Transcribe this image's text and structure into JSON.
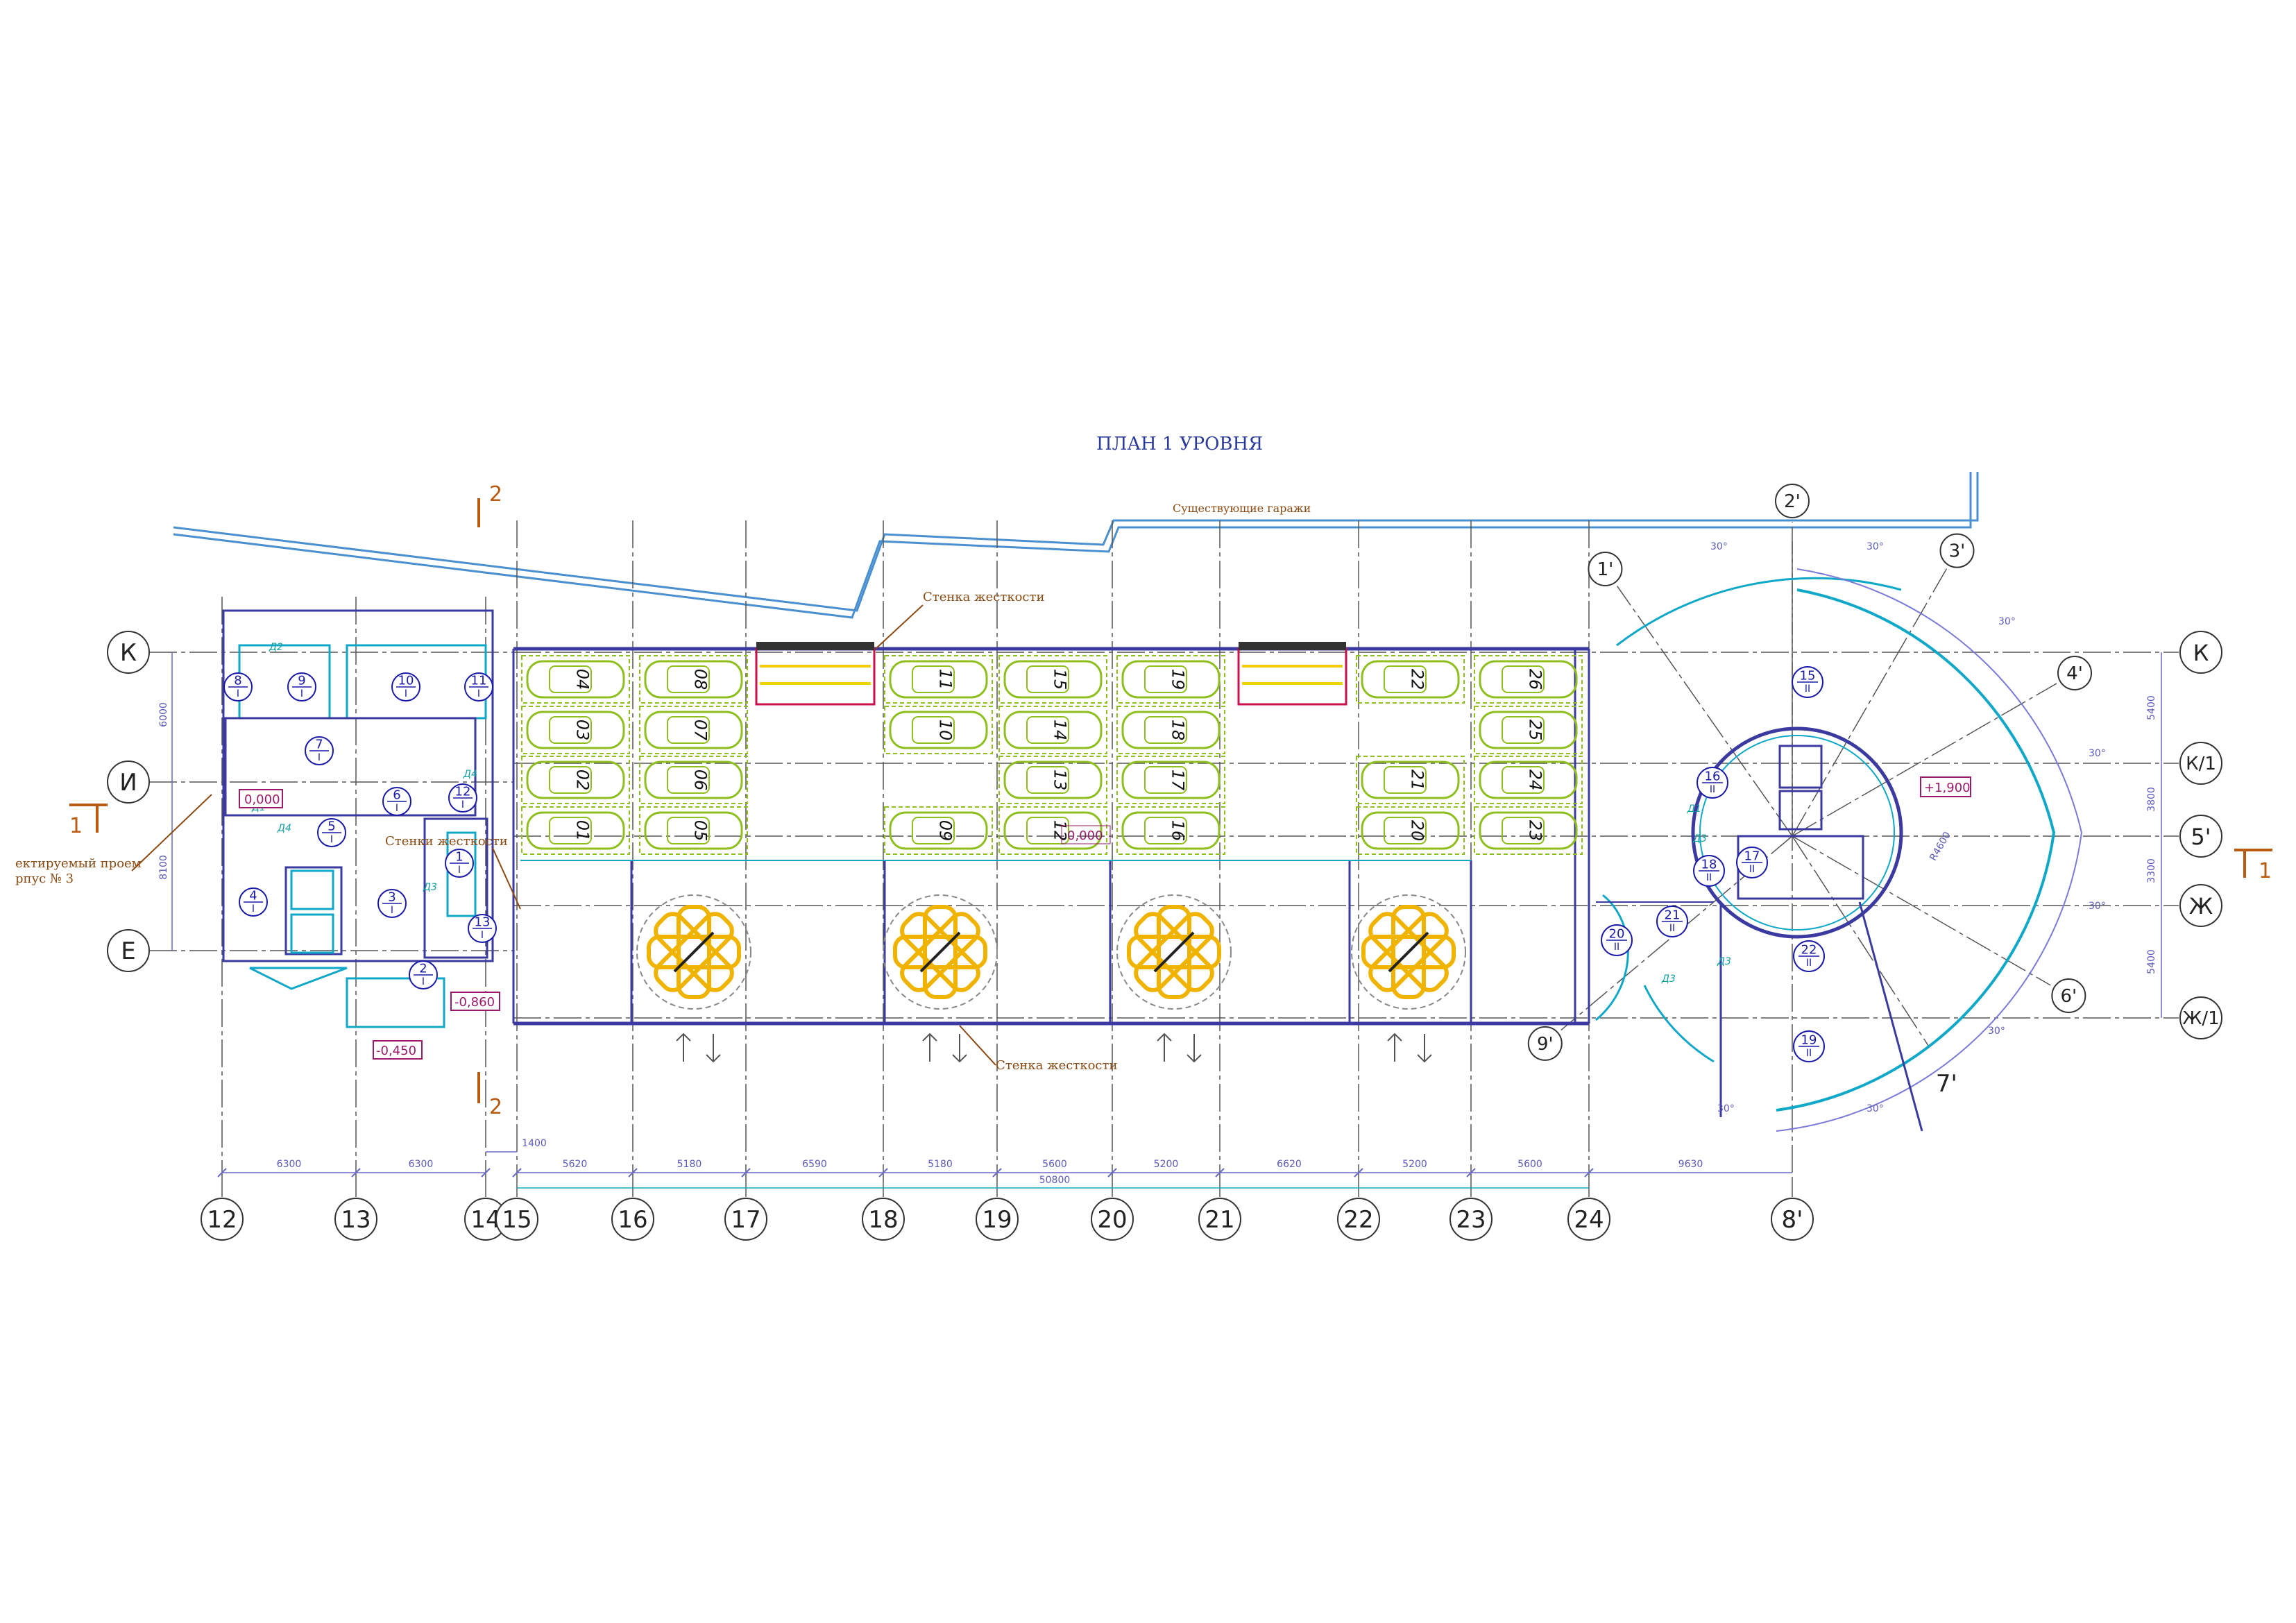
{
  "title": "ПЛАН 1 УРОВНЯ",
  "existing_garages_label": "Существующие гаражи",
  "notes": {
    "stiffness_wall_top": "Стенка жесткости",
    "stiffness_wall_bottom": "Стенка жесткости",
    "stiffness_walls_left": "Стенки жесткости",
    "designed_opening_line1": "ектируемый проем",
    "designed_opening_line2": "рпус № 3"
  },
  "elevations": {
    "e1": "0,000",
    "e2": "-0,860",
    "e3": "-0,450",
    "e4": "+1,900",
    "e5": "0,000"
  },
  "section_marks": {
    "sec1_left": "1",
    "sec1_right": "1",
    "sec2_top": "2",
    "sec2_bottom": "2"
  },
  "grid_columns": [
    "12",
    "13",
    "14",
    "15",
    "16",
    "17",
    "18",
    "19",
    "20",
    "21",
    "22",
    "23",
    "24",
    "8'"
  ],
  "grid_rows_left": [
    "К",
    "И",
    "Е"
  ],
  "grid_rows_right": [
    "К",
    "К/1",
    "5'",
    "Ж",
    "Ж/1"
  ],
  "radial_axes": [
    "1'",
    "2'",
    "3'",
    "4'",
    "6'",
    "7'",
    "9'"
  ],
  "dims_bottom": [
    "6300",
    "6300",
    "1400",
    "5620",
    "5180",
    "6590",
    "5180",
    "5600",
    "5200",
    "6620",
    "5200",
    "5600",
    "9630"
  ],
  "dim_total": "50800",
  "dims_left": [
    "6000",
    "8100"
  ],
  "dims_right": [
    "5400",
    "3800",
    "3300",
    "5400"
  ],
  "radius_label": "R4600",
  "angle_label": "30°",
  "parking_spots": {
    "col1": [
      "04",
      "03",
      "02",
      "01"
    ],
    "col2": [
      "08",
      "07",
      "06",
      "05"
    ],
    "col3": [
      "11",
      "10",
      "09"
    ],
    "col4": [
      "15",
      "14",
      "13",
      "12"
    ],
    "col5": [
      "19",
      "18",
      "17",
      "16"
    ],
    "col6": [
      "22",
      "21",
      "20"
    ],
    "col7": [
      "26",
      "25",
      "24",
      "23"
    ]
  },
  "rooms_left": [
    {
      "n": "8",
      "s": "I"
    },
    {
      "n": "9",
      "s": "I"
    },
    {
      "n": "10",
      "s": "I"
    },
    {
      "n": "11",
      "s": "I"
    },
    {
      "n": "7",
      "s": "I"
    },
    {
      "n": "6",
      "s": "I"
    },
    {
      "n": "12",
      "s": "I"
    },
    {
      "n": "5",
      "s": "I"
    },
    {
      "n": "4",
      "s": "I"
    },
    {
      "n": "3",
      "s": "I"
    },
    {
      "n": "13",
      "s": "I"
    },
    {
      "n": "2",
      "s": "I"
    },
    {
      "n": "1",
      "s": "I"
    }
  ],
  "rooms_right": [
    {
      "n": "15",
      "s": "II"
    },
    {
      "n": "16",
      "s": "II"
    },
    {
      "n": "17",
      "s": "II"
    },
    {
      "n": "18",
      "s": "II"
    },
    {
      "n": "20",
      "s": "II"
    },
    {
      "n": "21",
      "s": "II"
    },
    {
      "n": "22",
      "s": "II"
    },
    {
      "n": "19",
      "s": "II"
    }
  ],
  "door_tags": {
    "d1": "Д1",
    "d2": "Д2",
    "d3": "Д3",
    "d4": "Д4"
  },
  "colors": {
    "wall": "#3a3aa0",
    "cyan": "#10a8c8",
    "car": "#8fbf1f",
    "turntable": "#f0b400",
    "axis": "#333333",
    "dim": "#6a6ac8",
    "note": "#8b4a12",
    "elev": "#9a1a6a"
  }
}
